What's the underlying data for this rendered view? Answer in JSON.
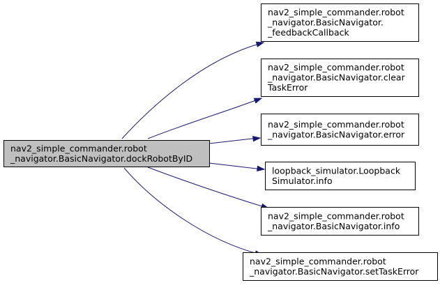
{
  "diagram": {
    "type": "call-graph",
    "edge_color": "#191970",
    "source": {
      "id": "src",
      "lines": [
        "nav2_simple_commander.robot",
        "_navigator.BasicNavigator.dockRobotByID"
      ],
      "fill": "#bfbfbf"
    },
    "targets": [
      {
        "id": "t0",
        "lines": [
          "nav2_simple_commander.robot",
          "_navigator.BasicNavigator.",
          "_feedbackCallback"
        ],
        "fill": "#ffffff"
      },
      {
        "id": "t1",
        "lines": [
          "nav2_simple_commander.robot",
          "_navigator.BasicNavigator.clear",
          "TaskError"
        ],
        "fill": "#ffffff"
      },
      {
        "id": "t2",
        "lines": [
          "nav2_simple_commander.robot",
          "_navigator.BasicNavigator.error"
        ],
        "fill": "#ffffff"
      },
      {
        "id": "t3",
        "lines": [
          "loopback_simulator.Loopback",
          "Simulator.info"
        ],
        "fill": "#ffffff"
      },
      {
        "id": "t4",
        "lines": [
          "nav2_simple_commander.robot",
          "_navigator.BasicNavigator.info"
        ],
        "fill": "#ffffff"
      },
      {
        "id": "t5",
        "lines": [
          "nav2_simple_commander.robot",
          "_navigator.BasicNavigator.setTaskError"
        ],
        "fill": "#ffffff"
      }
    ]
  }
}
